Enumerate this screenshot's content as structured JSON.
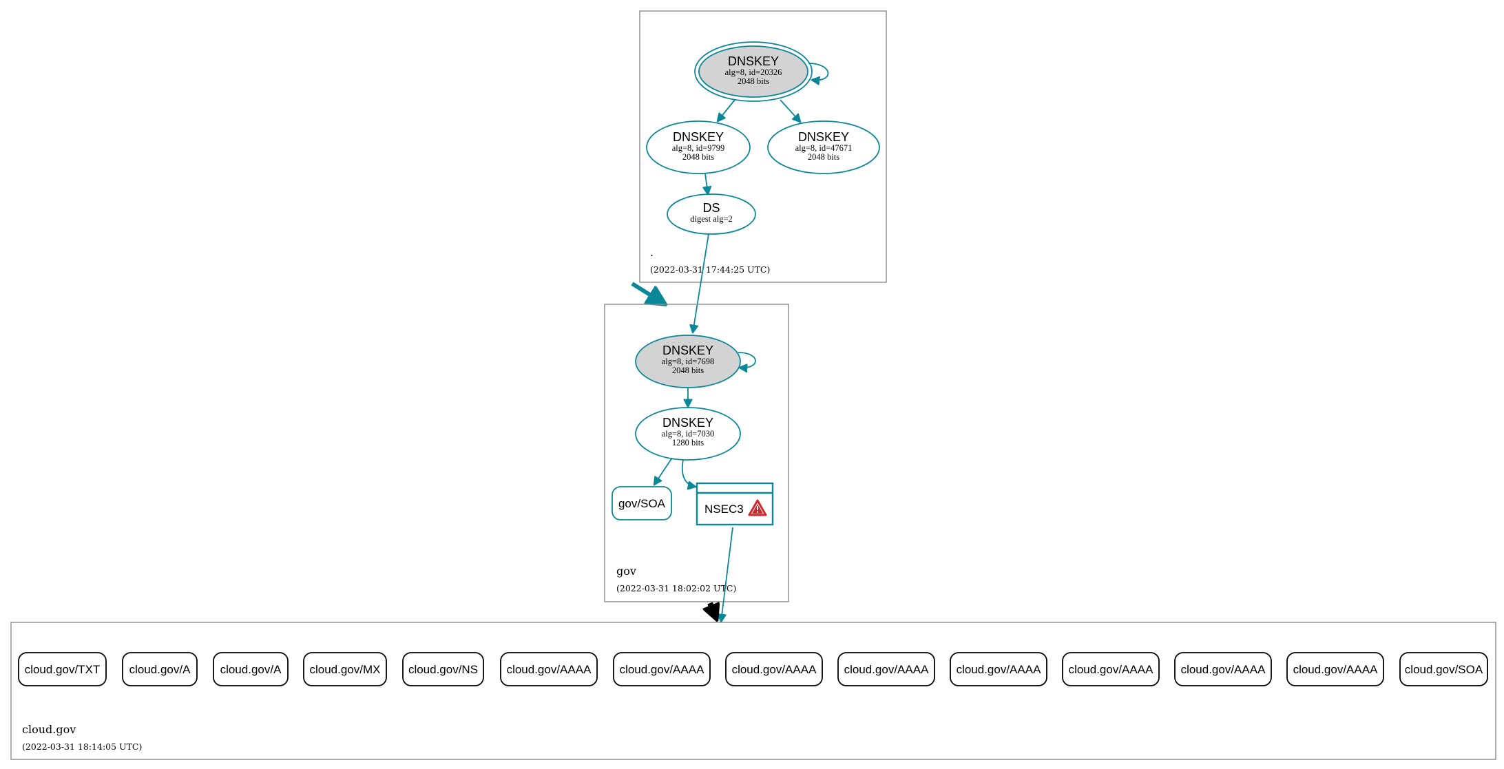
{
  "zones": {
    "root": {
      "name": ".",
      "timestamp": "(2022-03-31 17:44:25 UTC)"
    },
    "gov": {
      "name": "gov",
      "timestamp": "(2022-03-31 18:02:02 UTC)"
    },
    "cloudgov": {
      "name": "cloud.gov",
      "timestamp": "(2022-03-31 18:14:05 UTC)"
    }
  },
  "nodes": {
    "root_ksk": {
      "type": "DNSKEY",
      "detail": "alg=8, id=20326",
      "size": "2048 bits"
    },
    "root_zsk1": {
      "type": "DNSKEY",
      "detail": "alg=8, id=9799",
      "size": "2048 bits"
    },
    "root_zsk2": {
      "type": "DNSKEY",
      "detail": "alg=8, id=47671",
      "size": "2048 bits"
    },
    "root_ds": {
      "type": "DS",
      "detail": "digest alg=2"
    },
    "gov_ksk": {
      "type": "DNSKEY",
      "detail": "alg=8, id=7698",
      "size": "2048 bits"
    },
    "gov_zsk": {
      "type": "DNSKEY",
      "detail": "alg=8, id=7030",
      "size": "1280 bits"
    },
    "gov_soa": {
      "label": "gov/SOA"
    },
    "gov_nsec3": {
      "label": "NSEC3"
    }
  },
  "records": [
    "cloud.gov/TXT",
    "cloud.gov/A",
    "cloud.gov/A",
    "cloud.gov/MX",
    "cloud.gov/NS",
    "cloud.gov/AAAA",
    "cloud.gov/AAAA",
    "cloud.gov/AAAA",
    "cloud.gov/AAAA",
    "cloud.gov/AAAA",
    "cloud.gov/AAAA",
    "cloud.gov/AAAA",
    "cloud.gov/AAAA",
    "cloud.gov/SOA"
  ],
  "colors": {
    "secure_edge": "#0a8799",
    "ksk_fill": "#d3d3d3",
    "warning": "#d0262c",
    "insecure_delegation": "#000000"
  },
  "icons": {
    "nsec3_status": "warning-triangle-icon"
  }
}
